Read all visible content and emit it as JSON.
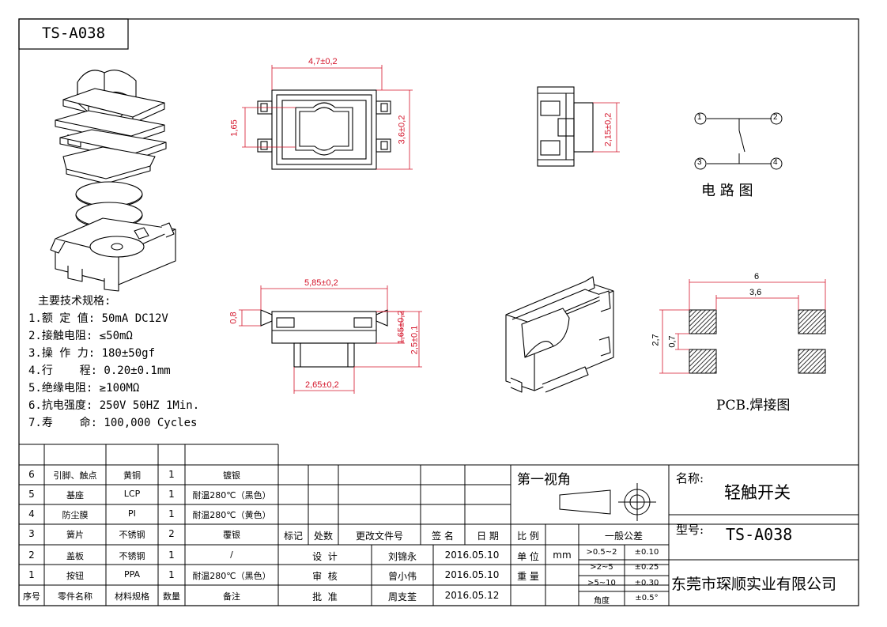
{
  "part_number": "TS-A038",
  "dimensions": {
    "top_width": "4,7±0,2",
    "top_pin": "1,65",
    "top_height": "3,6±0,2",
    "side_height": "2,15±0,2",
    "front_width": "5,85±0,2",
    "front_pin": "0,8",
    "front_h1": "1,65±0,2",
    "front_h2": "2,5±0,1",
    "front_stem": "2,65±0,2",
    "pcb_total": "6",
    "pcb_inner": "3,6",
    "pcb_height": "2,7",
    "pcb_pad": "0,7"
  },
  "circuit": {
    "title": "电 路 图",
    "pins": [
      "1",
      "2",
      "3",
      "4"
    ]
  },
  "pcb_title": "PCB.焊接图",
  "specs": {
    "heading": "主要技术规格:",
    "lines": [
      "1.额 定 值: 50mA DC12V",
      "2.接触电阻: ≤50mΩ",
      "3.操 作 力: 180±50gf",
      "4.行    程: 0.20±0.1mm",
      "5.绝缘电阻: ≥100MΩ",
      "6.抗电强度: 250V 50HZ 1Min.",
      "7.寿    命: 100,000 Cycles"
    ]
  },
  "bom": {
    "rows": [
      {
        "no": "6",
        "name": "引脚、触点",
        "material": "黄铜",
        "qty": "1",
        "note": "镀银"
      },
      {
        "no": "5",
        "name": "基座",
        "material": "LCP",
        "qty": "1",
        "note": "耐温280℃（黑色）"
      },
      {
        "no": "4",
        "name": "防尘膜",
        "material": "PI",
        "qty": "1",
        "note": "耐温280℃（黄色）"
      },
      {
        "no": "3",
        "name": "簧片",
        "material": "不锈钢",
        "qty": "2",
        "note": "覆银"
      },
      {
        "no": "2",
        "name": "盖板",
        "material": "不锈钢",
        "qty": "1",
        "note": "/"
      },
      {
        "no": "1",
        "name": "按钮",
        "material": "PPA",
        "qty": "1",
        "note": "耐温280℃（黑色）"
      }
    ],
    "header": {
      "no": "序号",
      "name": "零件名称",
      "material": "材料规格",
      "qty": "数量",
      "note": "备注"
    }
  },
  "revision": {
    "headers": [
      "标记",
      "处数",
      "更改文件号",
      "签 名",
      "日 期"
    ],
    "roles": [
      {
        "role": "设  计",
        "name": "刘锦永",
        "date": "2016.05.10"
      },
      {
        "role": "审  核",
        "name": "曾小伟",
        "date": "2016.05.10"
      },
      {
        "role": "批  准",
        "name": "周支荃",
        "date": "2016.05.12"
      }
    ]
  },
  "title_block": {
    "projection": "第一视角",
    "scale_label": "比 例",
    "unit_label": "单 位",
    "unit_value": "mm",
    "weight_label": "重 量",
    "tolerance_title": "一般公差",
    "tolerances": [
      {
        "range": ">0.5~2",
        "value": "±0.10"
      },
      {
        "range": ">2~5",
        "value": "±0.25"
      },
      {
        "range": ">5~10",
        "value": "±0.30"
      },
      {
        "range": "角度",
        "value": "±0.5°"
      }
    ],
    "name_label": "名称:",
    "name_value": "轻触开关",
    "model_label": "型号:",
    "model_value": "TS-A038",
    "company": "东莞市琛顺实业有限公司"
  }
}
